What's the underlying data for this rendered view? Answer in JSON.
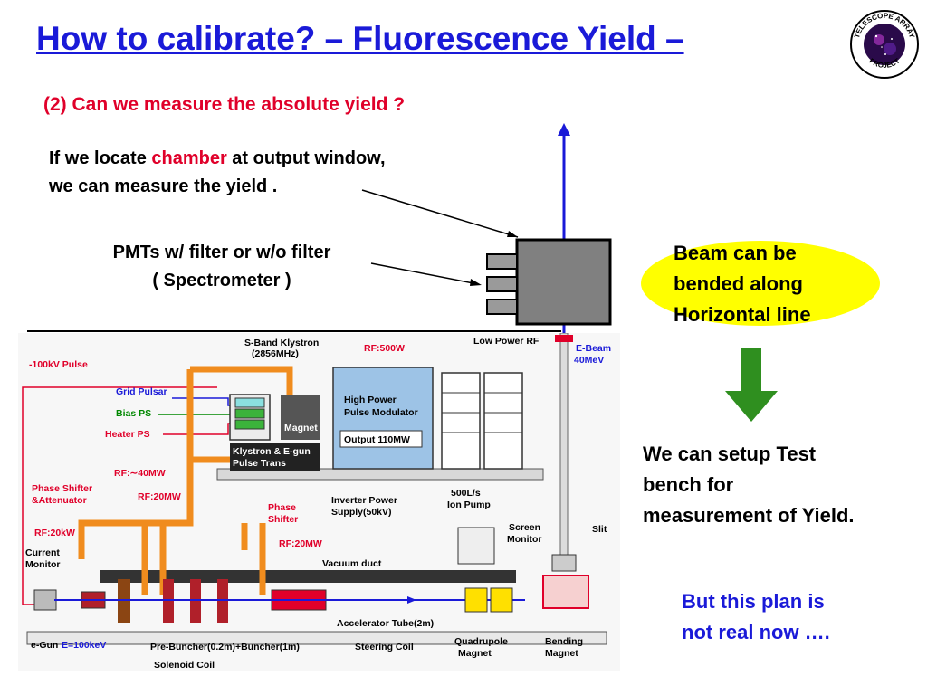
{
  "slide": {
    "title": "How to calibrate? – Fluorescence Yield –",
    "subtitle": "(2) Can we measure the absolute yield ?",
    "logo": {
      "text_top": "TELESCOPE ARRAY",
      "text_bottom": "PROJECT"
    }
  },
  "notes": {
    "locate_prefix": "If we locate ",
    "locate_highlight": "chamber",
    "locate_suffix": " at output window,",
    "locate_line2": "we can measure the yield .",
    "pmt_line1": "PMTs w/ filter or w/o filter",
    "pmt_line2": "( Spectrometer )",
    "beam_bend_line1": "Beam can be",
    "beam_bend_line2": "bended along",
    "beam_bend_line3": "Horizontal line",
    "setup_line1": "We can setup Test",
    "setup_line2": "bench for",
    "setup_line3": "measurement of Yield.",
    "plan_line1": "But this plan is",
    "plan_line2": "not real now …."
  },
  "diagram": {
    "s_band": "S-Band Klystron",
    "s_band_freq": "(2856MHz)",
    "rf_500": "RF:500W",
    "low_power_rf": "Low Power RF",
    "e_beam": "E-Beam",
    "e_beam_energy": "40MeV",
    "pulse_100kv": "-100kV Pulse",
    "grid_pulsar": "Grid Pulsar",
    "bias_ps": "Bias PS",
    "heater_ps": "Heater PS",
    "magnet": "Magnet",
    "hp_modulator_1": "High Power",
    "hp_modulator_2": "Pulse Modulator",
    "output": "Output 110MW",
    "klystron_egun_1": "Klystron & E-gun",
    "klystron_egun_2": "Pulse Trans",
    "rf_40mw": "RF:∼40MW",
    "rf_20mw_a": "RF:20MW",
    "rf_20mw_b": "RF:20MW",
    "rf_20kw": "RF:20kW",
    "phase_shifter_att_1": "Phase Shifter",
    "phase_shifter_att_2": "&Attenuator",
    "phase_shifter_1": "Phase",
    "phase_shifter_2": "Shifter",
    "inverter_1": "Inverter Power",
    "inverter_2": "Supply(50kV)",
    "ion_pump_1": "500L/s",
    "ion_pump_2": "Ion Pump",
    "screen_monitor_1": "Screen",
    "screen_monitor_2": "Monitor",
    "slit": "Slit",
    "current_monitor_1": "Current",
    "current_monitor_2": "Monitor",
    "vacuum_duct": "Vacuum duct",
    "accel_tube": "Accelerator Tube(2m)",
    "steering_coil": "Steering Coil",
    "quadrupole_1": "Quadrupole",
    "quadrupole_2": "Magnet",
    "bending_1": "Bending",
    "bending_2": "Magnet",
    "e_gun": "e-Gun",
    "e_gun_energy": "E=100keV",
    "buncher": "Pre-Buncher(0.2m)+Buncher(1m)",
    "solenoid": "Solenoid Coil"
  },
  "colors": {
    "title_blue": "#1a1ad8",
    "highlight_red": "#e0002a",
    "ellipse_yellow": "#ffff00",
    "arrow_green": "#2f8f1f",
    "chamber_gray": "#808080",
    "waveguide_orange": "#f08c1e"
  }
}
